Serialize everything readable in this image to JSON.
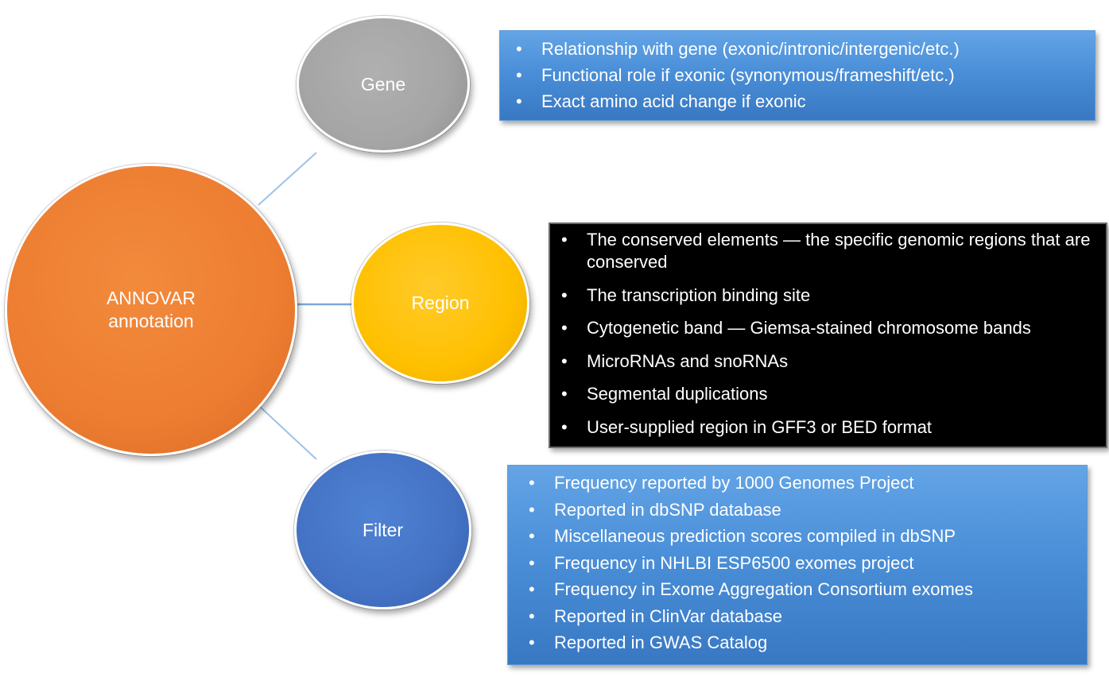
{
  "nodes": {
    "main": {
      "label": "ANNOVAR\nannotation",
      "color": "#ed7d31"
    },
    "gene": {
      "label": "Gene",
      "color": "#a5a5a5"
    },
    "region": {
      "label": "Region",
      "color": "#ffc000"
    },
    "filter": {
      "label": "Filter",
      "color": "#4472c4"
    }
  },
  "connector_color": "#9dc3e6",
  "boxes": {
    "gene": {
      "fill": "#4a8fd8",
      "items": [
        "Relationship with gene (exonic/intronic/intergenic/etc.)",
        "Functional role if exonic (synonymous/frameshift/etc.)",
        "Exact amino acid change if exonic"
      ]
    },
    "region": {
      "fill": "#000000",
      "items": [
        "The conserved elements — the specific genomic regions that are conserved",
        "The transcription binding site",
        "Cytogenetic band — Giemsa-stained chromosome bands",
        "MicroRNAs and snoRNAs",
        "Segmental duplications",
        "User-supplied region in GFF3 or BED format"
      ]
    },
    "filter": {
      "fill": "#4a8fd8",
      "items": [
        "Frequency reported by 1000 Genomes Project",
        "Reported in dbSNP database",
        "Miscellaneous prediction scores compiled in dbSNP",
        "Frequency in NHLBI ESP6500 exomes project",
        "Frequency in Exome Aggregation Consortium exomes",
        "Reported in ClinVar database",
        "Reported in GWAS Catalog"
      ]
    }
  }
}
